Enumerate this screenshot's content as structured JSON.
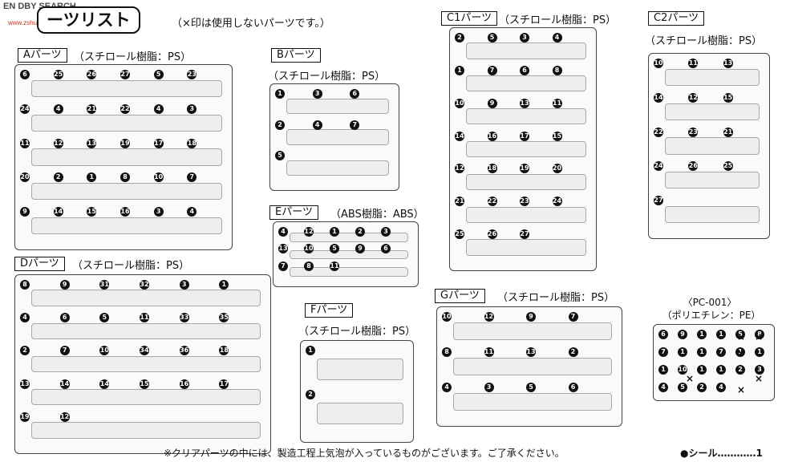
{
  "logo": {
    "title": "EN DBY SEARCH",
    "sub": "www.zshu.com"
  },
  "header": {
    "title": "ーツリスト",
    "note": "（×印は使用しないパーツです。）"
  },
  "sections": [
    {
      "id": "A",
      "label": "Aパーツ",
      "material": "（スチロール樹脂：PS）",
      "parts": [
        "6",
        "25",
        "26",
        "27",
        "5",
        "23",
        "24",
        "4",
        "21",
        "22",
        "4",
        "3",
        "11",
        "12",
        "13",
        "19",
        "17",
        "18",
        "20",
        "2",
        "1",
        "8",
        "10",
        "7",
        "9",
        "14",
        "15",
        "16",
        "3",
        "4"
      ]
    },
    {
      "id": "B",
      "label": "Bパーツ",
      "material": "（スチロール樹脂：PS）",
      "parts": [
        "1",
        "3",
        "6",
        "2",
        "4",
        "7",
        "5"
      ]
    },
    {
      "id": "C1",
      "label": "C1パーツ",
      "material": "（スチロール樹脂：PS）",
      "parts": [
        "2",
        "5",
        "3",
        "4",
        "1",
        "7",
        "6",
        "8",
        "10",
        "9",
        "13",
        "11",
        "14",
        "16",
        "17",
        "15",
        "12",
        "18",
        "19",
        "20",
        "21",
        "22",
        "23",
        "24",
        "25",
        "26",
        "27"
      ]
    },
    {
      "id": "C2",
      "label": "C2パーツ",
      "material": "（スチロール樹脂：PS）",
      "parts": [
        "10",
        "11",
        "13",
        "14",
        "12",
        "15",
        "22",
        "23",
        "21",
        "24",
        "26",
        "25",
        "27"
      ]
    },
    {
      "id": "D",
      "label": "Dパーツ",
      "material": "（スチロール樹脂：PS）",
      "parts": [
        "8",
        "9",
        "31",
        "32",
        "3",
        "1",
        "4",
        "6",
        "5",
        "11",
        "33",
        "35",
        "2",
        "7",
        "10",
        "34",
        "36",
        "18",
        "13",
        "14",
        "14",
        "15",
        "16",
        "17",
        "19",
        "12"
      ]
    },
    {
      "id": "E",
      "label": "Eパーツ",
      "material": "（ABS樹脂：ABS）",
      "parts": [
        "4",
        "12",
        "1",
        "2",
        "3",
        "13",
        "10",
        "5",
        "9",
        "6",
        "7",
        "8",
        "11"
      ]
    },
    {
      "id": "F",
      "label": "Fパーツ",
      "material": "（スチロール樹脂：PS）",
      "parts": [
        "1",
        "2"
      ]
    },
    {
      "id": "G",
      "label": "Gパーツ",
      "material": "（スチロール樹脂：PS）",
      "parts": [
        "10",
        "12",
        "9",
        "7",
        "8",
        "11",
        "13",
        "2",
        "4",
        "3",
        "5",
        "6"
      ]
    }
  ],
  "pc": {
    "title": "〈PC-001〉",
    "material": "（ポリエチレン：PE）",
    "parts": [
      "6",
      "9",
      "1",
      "1",
      "5",
      "8",
      "7",
      "1",
      "1",
      "7",
      "1",
      "1",
      "1",
      "10",
      "1",
      "1",
      "2",
      "3",
      "4",
      "5",
      "2",
      "4"
    ],
    "x_mark": "×"
  },
  "footer": {
    "note": "※クリアパーツの中には、製造工程上気泡が入っているものがございます。ご了承ください。",
    "seal": "●シール…………1"
  }
}
